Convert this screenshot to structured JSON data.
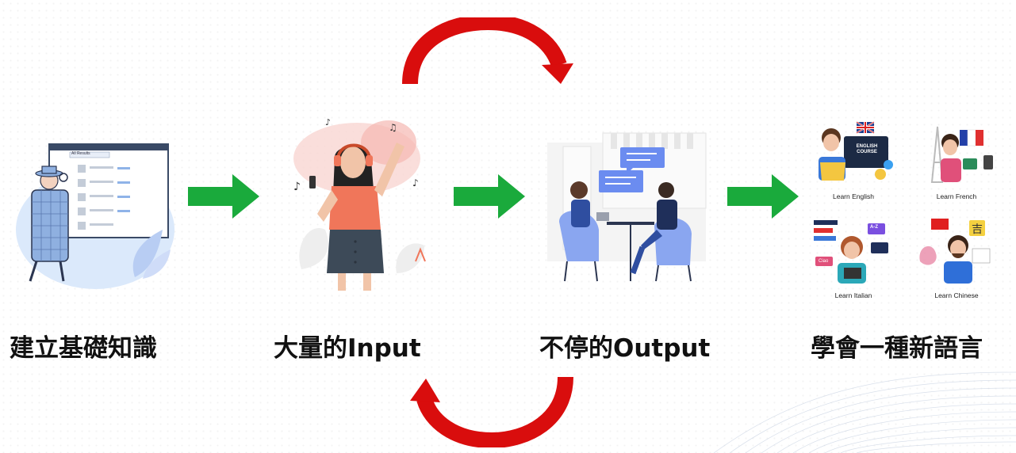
{
  "stages": [
    {
      "label": "建立基礎知識",
      "icon": "detective-search-results-illustration"
    },
    {
      "label": "大量的Input",
      "icon": "woman-listening-music-illustration"
    },
    {
      "label": "不停的Output",
      "icon": "two-people-conversation-illustration"
    },
    {
      "label": "學會一種新語言",
      "icon": "language-learning-grid-illustration"
    }
  ],
  "search_window": {
    "tab_text": "All Results"
  },
  "languages": [
    {
      "label": "Learn English",
      "course_text": [
        "ENGLISH",
        "COURSE"
      ]
    },
    {
      "label": "Learn French"
    },
    {
      "label": "Learn Italian",
      "badge": "Ciao"
    },
    {
      "label": "Learn Chinese",
      "char": "吉",
      "badge_alt": "A-Z"
    }
  ],
  "colors": {
    "flow_arrow": "#1aaa3c",
    "cycle_arrow": "#d90d0d",
    "accent_blue": "#6b8cf0",
    "shirt_coral": "#f0765a"
  }
}
